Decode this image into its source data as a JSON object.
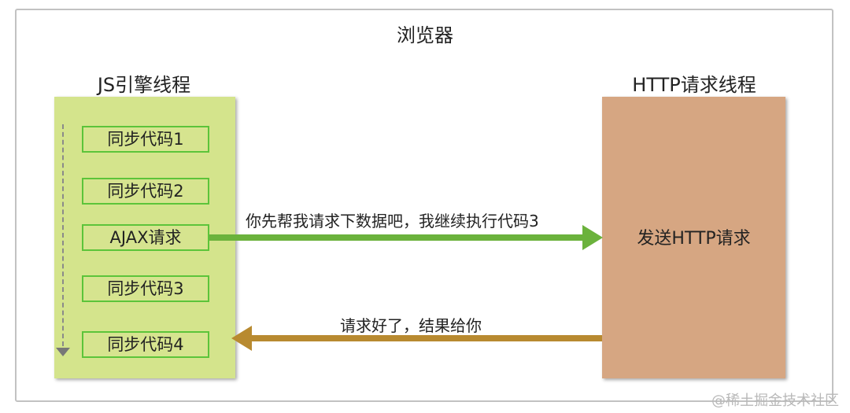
{
  "browser": {
    "title": "浏览器"
  },
  "js_thread": {
    "title": "JS引擎线程",
    "items": [
      "同步代码1",
      "同步代码2",
      "AJAX请求",
      "同步代码3",
      "同步代码4"
    ]
  },
  "http_thread": {
    "title": "HTTP请求线程",
    "action": "发送HTTP请求"
  },
  "messages": {
    "outgoing": "你先帮我请求下数据吧，我继续执行代码3",
    "returning": "请求好了，结果给你"
  },
  "colors": {
    "js_panel": "#d4e48c",
    "http_panel": "#d6a682",
    "code_border": "#5cc43a",
    "outgoing_arrow": "#6bb23c",
    "returning_arrow": "#b88a30"
  },
  "watermark": "@稀土掘金技术社区"
}
